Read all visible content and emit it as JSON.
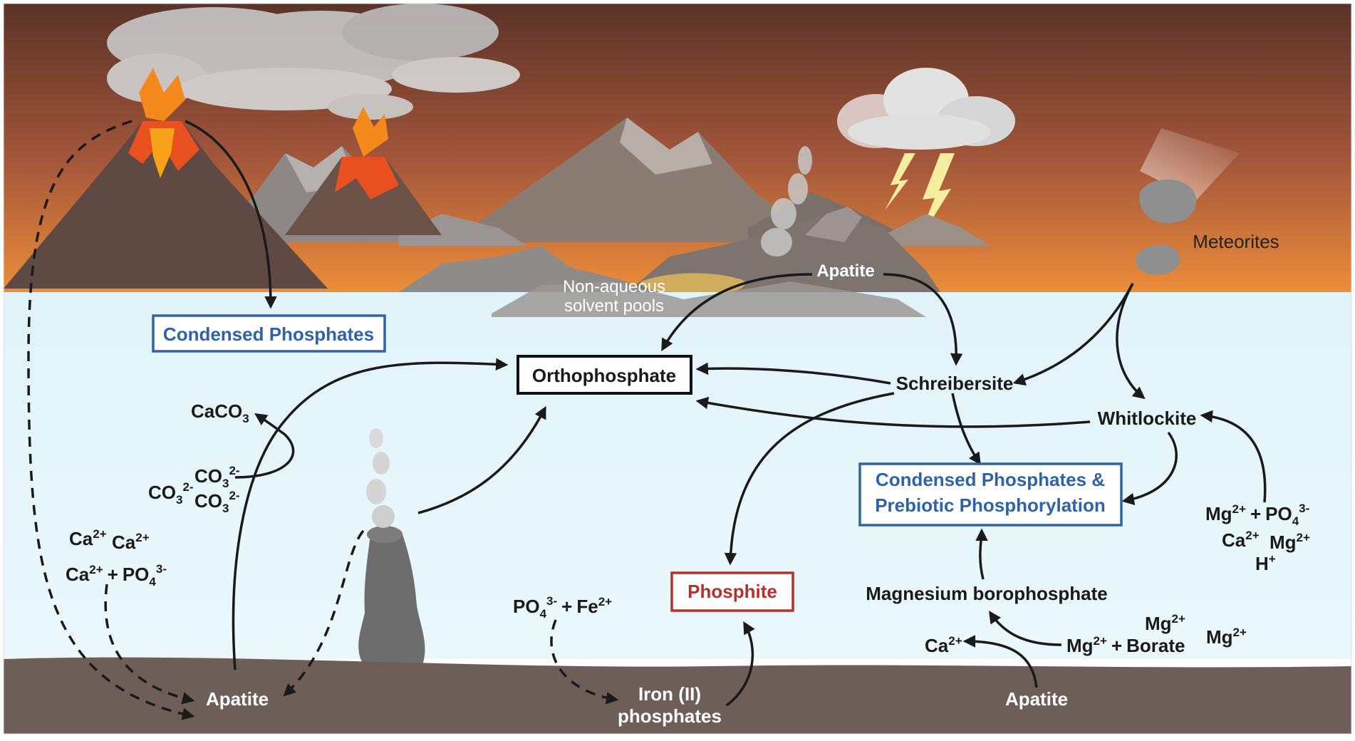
{
  "labels": {
    "condensed_phosphates": "Condensed Phosphates",
    "orthophosphate": "Orthophosphate",
    "apatite_top": "Apatite",
    "non_aqueous_1": "Non-aqueous",
    "non_aqueous_2": "solvent pools",
    "meteorites": "Meteorites",
    "schreibersite": "Schreibersite",
    "whitlockite": "Whitlockite",
    "condensed_prebiotic_1": "Condensed Phosphates &",
    "condensed_prebiotic_2": "Prebiotic Phosphorylation",
    "phosphite": "Phosphite",
    "magnesium_borophosphate": "Magnesium borophosphate",
    "apatite_left": "Apatite",
    "apatite_right": "Apatite",
    "iron_phosphates_1": "Iron (II)",
    "iron_phosphates_2": "phosphates",
    "caco3": "CaCO",
    "caco3_sub": "3",
    "co3": "CO",
    "co3_sub": "3",
    "co3_sup": "2-",
    "ca": "Ca",
    "ca_sup": "2+",
    "po4": "PO",
    "po4_sub": "4",
    "po4_sup": "3-",
    "plus": "+",
    "fe": "Fe",
    "fe_sup": "2+",
    "mg": "Mg",
    "mg_sup": "2+",
    "borate": "Borate",
    "h": "H",
    "h_sup": "+"
  },
  "colors": {
    "sky_top": "#5a3228",
    "sky_bottom": "#e8883a",
    "water": "#e6f6fb",
    "seafloor": "#6e5e58",
    "blue_box": "#2f63a8",
    "red_box": "#b8302b",
    "black_box": "#111111"
  }
}
